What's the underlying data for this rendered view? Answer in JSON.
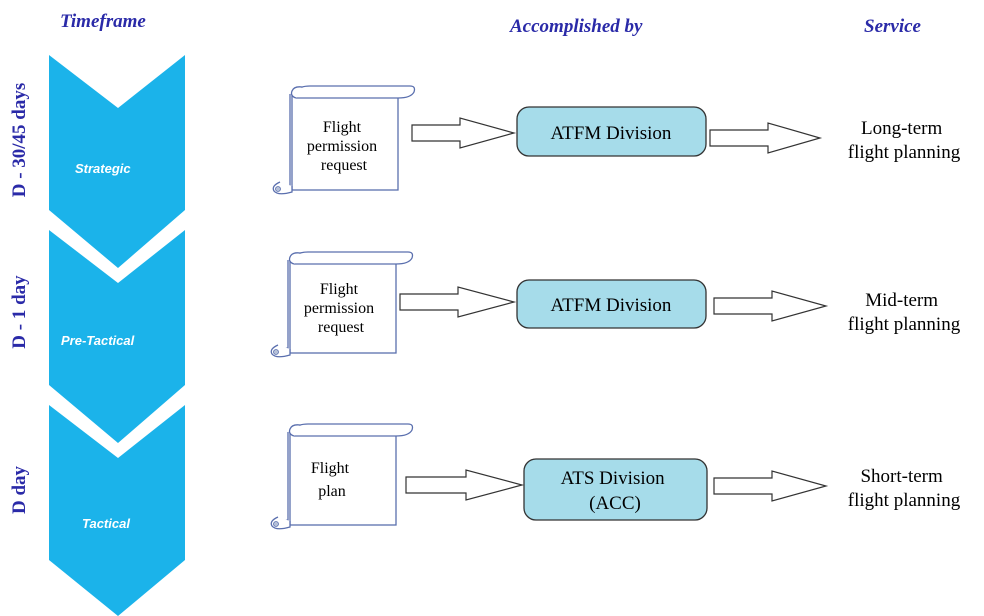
{
  "headers": {
    "timeframe": "Timeframe",
    "accomplished_by": "Accomplished by",
    "service": "Service"
  },
  "colors": {
    "chevron": "#1bb3ea",
    "division_box": "#a6dcea",
    "heading_text": "#2a2aa8"
  },
  "rows": [
    {
      "days": "D - 30/45 days",
      "phase": "Strategic",
      "document": [
        "Flight",
        "permission",
        "request"
      ],
      "division": [
        "ATFM Division"
      ],
      "service": [
        "Long-term",
        "flight planning"
      ]
    },
    {
      "days": "D - 1 day",
      "phase": "Pre-Tactical",
      "document": [
        "Flight",
        "permission",
        "request"
      ],
      "division": [
        "ATFM Division"
      ],
      "service": [
        "Mid-term",
        "flight planning"
      ]
    },
    {
      "days": "D day",
      "phase": "Tactical",
      "document": [
        "Flight",
        "plan"
      ],
      "division": [
        "ATS Division",
        "(ACC)"
      ],
      "service": [
        "Short-term",
        "flight planning"
      ]
    }
  ]
}
